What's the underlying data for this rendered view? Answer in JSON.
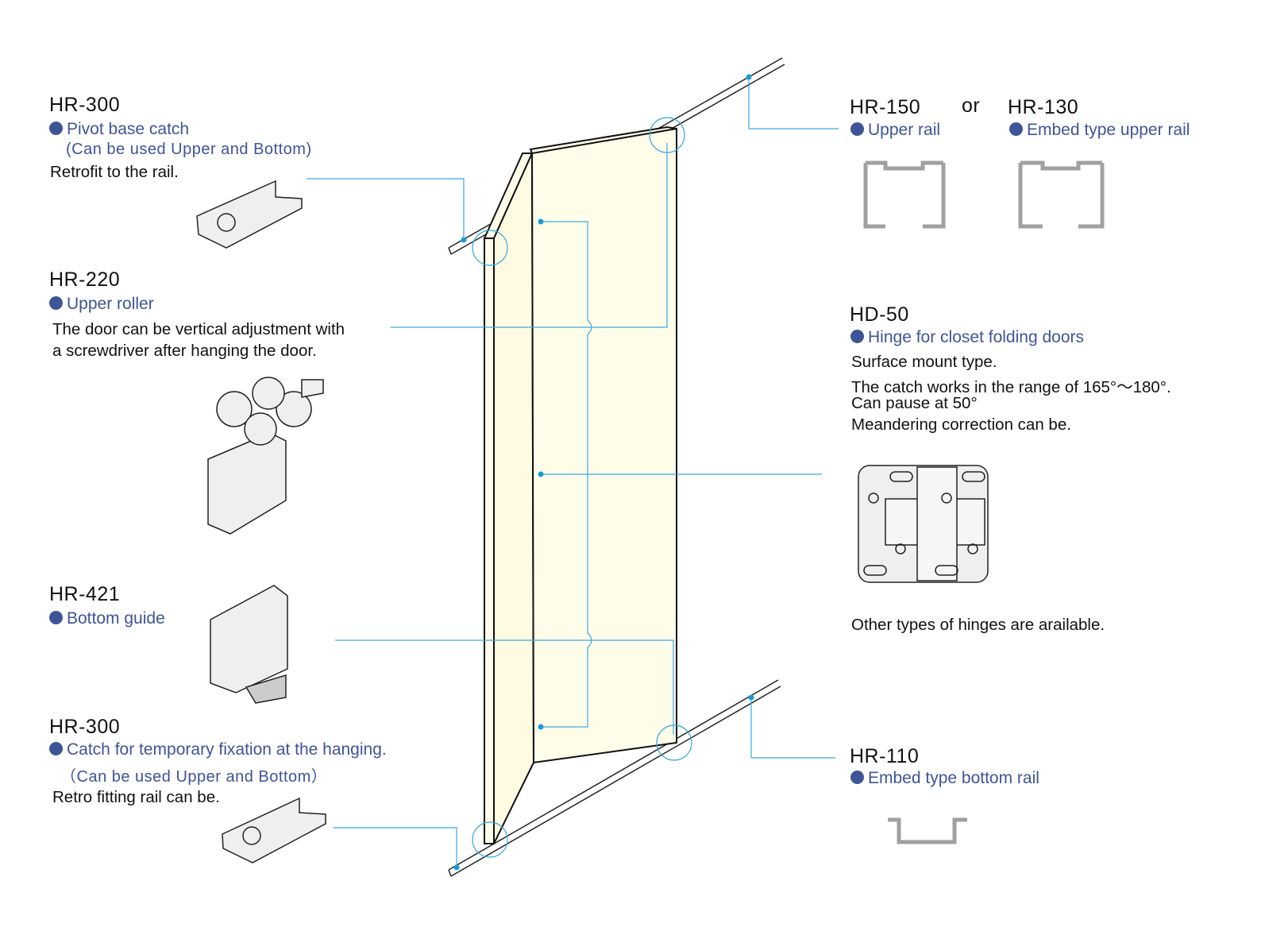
{
  "left": {
    "pivot_top": {
      "code": "HR-300",
      "title": "Pivot base catch",
      "note": "(Can be used Upper and Bottom)",
      "desc": "Retrofit to the rail."
    },
    "roller": {
      "code": "HR-220",
      "title": "Upper roller",
      "desc1": "The door can be vertical adjustment with",
      "desc2": "a screwdriver after hanging the door."
    },
    "guide": {
      "code": "HR-421",
      "title": "Bottom guide"
    },
    "catch_bottom": {
      "code": "HR-300",
      "title": "Catch for temporary fixation at the hanging.",
      "note": "（Can be used Upper and Bottom）",
      "desc": "Retro fitting rail can be."
    }
  },
  "right": {
    "upper_rail": {
      "code": "HR-150",
      "or": "or",
      "title": "Upper rail"
    },
    "embed_upper": {
      "code": "HR-130",
      "title": "Embed type upper rail"
    },
    "hinge": {
      "code": "HD-50",
      "title": "Hinge for closet folding doors",
      "lines": [
        "Surface mount type.",
        "The catch works in the range of 165°～180°.",
        "Can pause at 50°",
        "Meandering correction can be."
      ],
      "other": "Other types of hinges are arailable."
    },
    "bottom_rail": {
      "code": "HR-110",
      "title": "Embed type bottom rail"
    }
  },
  "colors": {
    "accent": "#3e5497",
    "leader": "#3aa8e0",
    "panel": "#fffdea"
  }
}
